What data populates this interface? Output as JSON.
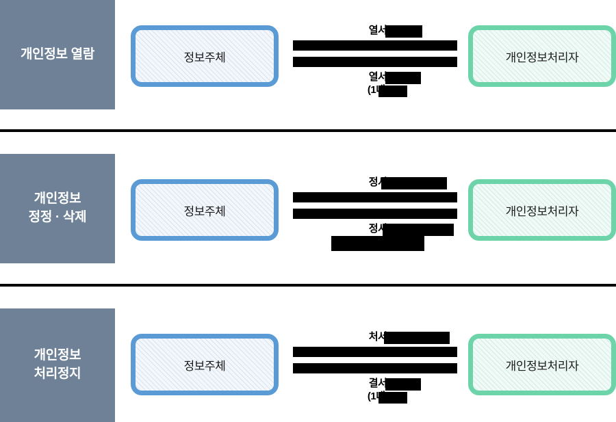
{
  "diagram": {
    "title_colors": {
      "sidebar_gray": "#6E8197",
      "subject_blue": "#5B9BD5",
      "controller_green": "#6DD3A8",
      "redaction_black": "#000000"
    },
    "actors": {
      "subject_label": "정보주체",
      "controller_label": "개인정보처리자"
    },
    "sections": [
      {
        "id": "access",
        "side_label": "개인정보 열람",
        "request_label_visible_prefix": "열",
        "request_label_visible_suffix": "서",
        "response_label_visible_prefix": "열",
        "response_label_visible_suffix": "서",
        "response_note_prefix": "(1",
        "response_note_suffix": "내)",
        "has_response_note": true,
        "has_extra_redaction_block": false
      },
      {
        "id": "correction-deletion",
        "side_label": "개인정보\n정정 · 삭제",
        "request_label_visible_prefix": "정",
        "request_label_visible_suffix": "서",
        "response_label_visible_prefix": "정",
        "response_label_visible_suffix": "서",
        "response_note_prefix": "",
        "response_note_suffix": "",
        "has_response_note": false,
        "has_extra_redaction_block": true
      },
      {
        "id": "processing-suspension",
        "side_label": "개인정보\n처리정지",
        "request_label_visible_prefix": "처",
        "request_label_visible_suffix": "서",
        "response_label_visible_prefix": "결",
        "response_label_visible_suffix": "서",
        "response_note_prefix": "(1",
        "response_note_suffix": "내)",
        "has_response_note": true,
        "has_extra_redaction_block": false
      }
    ]
  }
}
